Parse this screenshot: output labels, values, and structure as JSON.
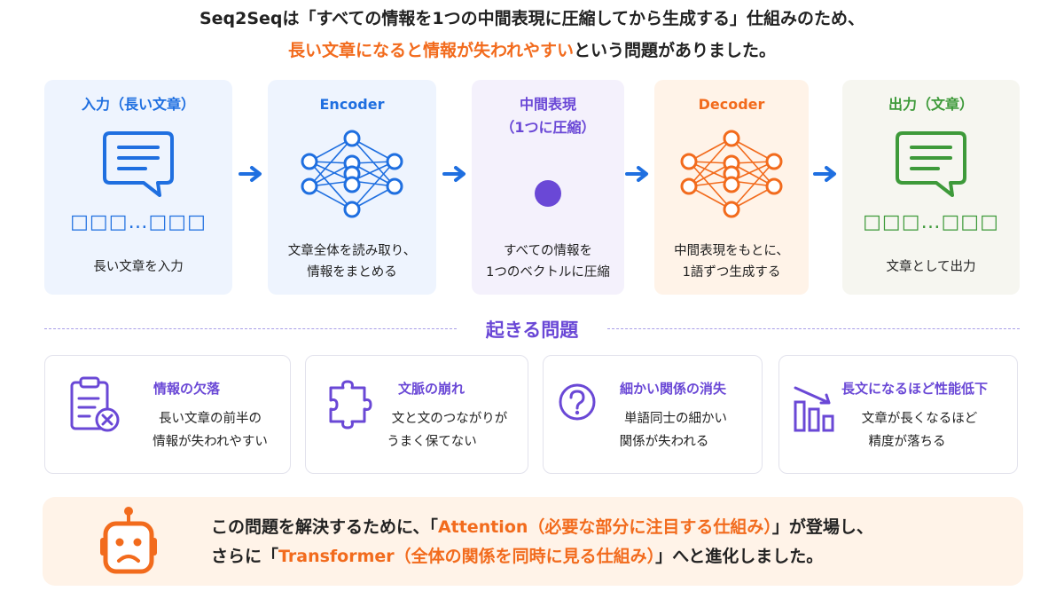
{
  "header": {
    "line1": "Seq2Seqは「すべての情報を1つの中間表現に圧縮してから生成する」仕組みのため、",
    "line2_highlight": "長い文章になると情報が失われやすい",
    "line2_rest": "という問題がありました。"
  },
  "pipeline": {
    "input": {
      "title": "入力（長い文章）",
      "desc": "長い文章を入力",
      "tokens": "□□□…□□□"
    },
    "encoder": {
      "title": "Encoder",
      "desc1": "文章全体を読み取り、",
      "desc2": "情報をまとめる"
    },
    "middle": {
      "title1": "中間表現",
      "title2": "（1つに圧縮）",
      "desc1": "すべての情報を",
      "desc2": "1つのベクトルに圧縮"
    },
    "decoder": {
      "title": "Decoder",
      "desc1": "中間表現をもとに、",
      "desc2": "1語ずつ生成する"
    },
    "output": {
      "title": "出力（文章）",
      "desc": "文章として出力",
      "tokens": "□□□…□□□"
    }
  },
  "problems_section": {
    "title": "起きる問題",
    "items": [
      {
        "title": "情報の欠落",
        "desc1": "長い文章の前半の",
        "desc2": "情報が失われやすい",
        "icon": "clipboard-x-icon"
      },
      {
        "title": "文脈の崩れ",
        "desc1": "文と文のつながりが",
        "desc2": "うまく保てない",
        "icon": "puzzle-icon"
      },
      {
        "title": "細かい関係の消失",
        "desc1": "単語同士の細かい",
        "desc2": "関係が失われる",
        "icon": "question-circle-icon"
      },
      {
        "title": "長文になるほど性能低下",
        "desc1": "文章が長くなるほど",
        "desc2": "精度が落ちる",
        "icon": "declining-bar-chart-icon"
      }
    ]
  },
  "solution": {
    "line1_pre": "この問題を解決するために、「",
    "line1_hl": "Attention（必要な部分に注目する仕組み）",
    "line1_post": "」が登場し、",
    "line2_pre": "さらに「",
    "line2_hl": "Transformer（全体の関係を同時に見る仕組み）",
    "line2_post": "」へと進化しました。",
    "icon": "sad-robot-icon"
  },
  "colors": {
    "blue": "#1f6fe0",
    "purple": "#6a48d6",
    "orange": "#f26b1d",
    "green": "#3e9a3a"
  }
}
